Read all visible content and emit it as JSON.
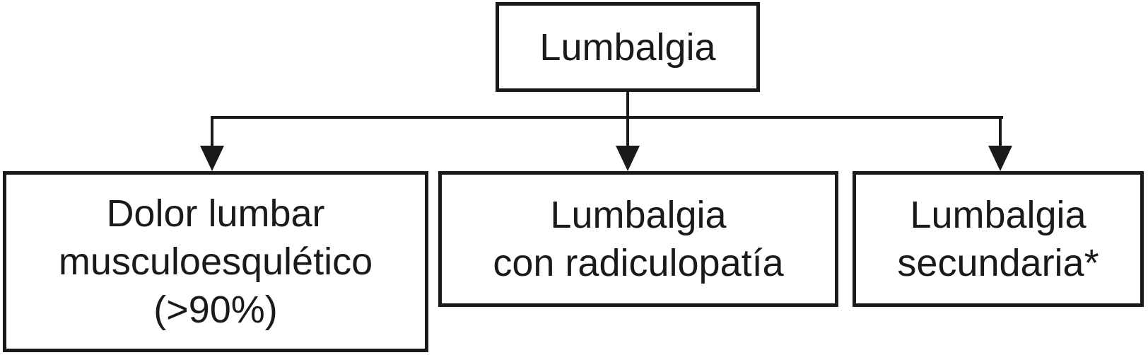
{
  "figure": {
    "root": {
      "label": "Lumbalgia"
    },
    "branches": [
      {
        "lines": [
          "Dolor lumbar",
          "musculoesqulético",
          "(>90%)"
        ]
      },
      {
        "lines": [
          "Lumbalgia",
          "con radiculopatía"
        ]
      },
      {
        "lines": [
          "Lumbalgia",
          "secundaria*"
        ]
      }
    ],
    "colors": {
      "line": "#1a1a1a",
      "text": "#1a1a1a",
      "background": "#ffffff"
    }
  }
}
